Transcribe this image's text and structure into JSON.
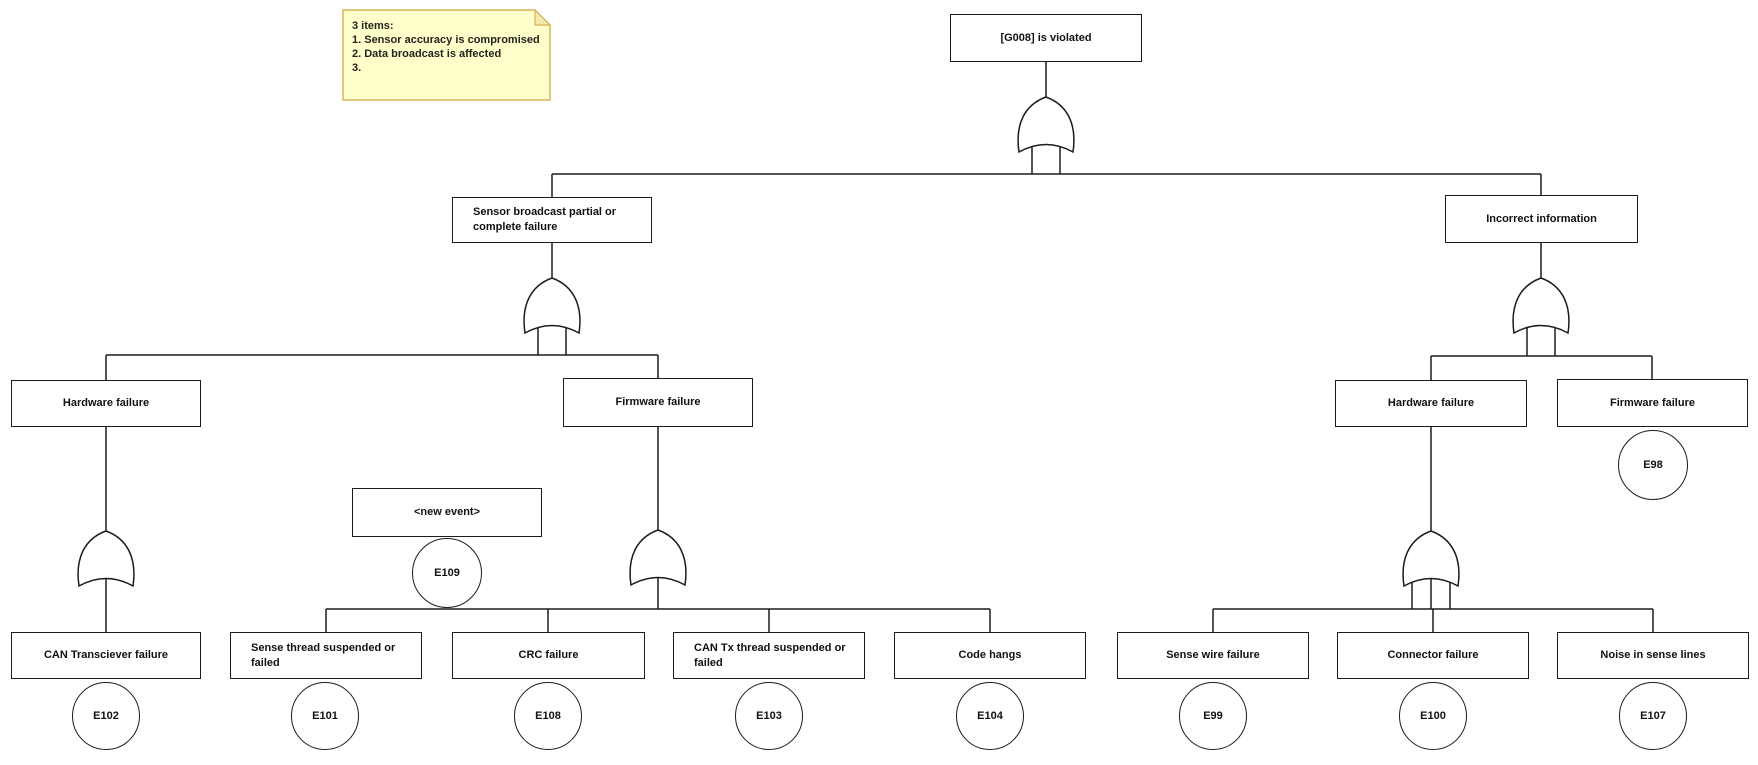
{
  "note": {
    "lines": [
      "3 items:",
      "1. Sensor accuracy is compromised",
      "2. Data broadcast is affected",
      "3."
    ]
  },
  "nodes": {
    "g008": {
      "label": "[G008] is violated"
    },
    "sensor_broadcast": {
      "label": "Sensor broadcast partial or complete failure"
    },
    "incorrect_info": {
      "label": "Incorrect information"
    },
    "hardware_left": {
      "label": "Hardware failure"
    },
    "firmware_left": {
      "label": "Firmware failure"
    },
    "hardware_right": {
      "label": "Hardware failure"
    },
    "firmware_right": {
      "label": "Firmware failure"
    },
    "new_event": {
      "label": "<new event>"
    },
    "can_transciever": {
      "label": "CAN Transciever failure"
    },
    "sense_thread": {
      "label": "Sense thread suspended or failed"
    },
    "crc_failure": {
      "label": "CRC failure"
    },
    "can_tx_thread": {
      "label": "CAN Tx thread suspended or failed"
    },
    "code_hangs": {
      "label": "Code hangs"
    },
    "sense_wire": {
      "label": "Sense wire failure"
    },
    "connector_failure": {
      "label": "Connector failure"
    },
    "noise_sense_lines": {
      "label": "Noise in sense lines"
    }
  },
  "events": {
    "e109": {
      "label": "E109"
    },
    "e98": {
      "label": "E98"
    },
    "e102": {
      "label": "E102"
    },
    "e101": {
      "label": "E101"
    },
    "e108": {
      "label": "E108"
    },
    "e103": {
      "label": "E103"
    },
    "e104": {
      "label": "E104"
    },
    "e99": {
      "label": "E99"
    },
    "e100": {
      "label": "E100"
    },
    "e107": {
      "label": "E107"
    }
  },
  "gate_type": "or",
  "colors": {
    "note_fill": "#ffffcc",
    "note_border": "#d9b25a",
    "line": "#1c1c1c",
    "node_fill": "#ffffff"
  }
}
